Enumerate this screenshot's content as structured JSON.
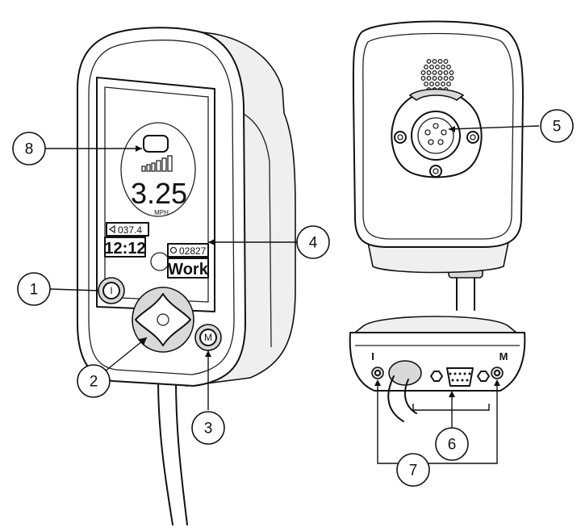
{
  "display": {
    "speed": "3.25",
    "speed_unit": "MPH",
    "distance": "037.4",
    "time": "12:12",
    "odometer": "02827",
    "mode": "Work",
    "button_left": "I",
    "button_right": "M"
  },
  "bottom_view": {
    "left_label": "I",
    "right_label": "M"
  },
  "callouts": [
    "1",
    "2",
    "3",
    "4",
    "5",
    "6",
    "7",
    "8"
  ]
}
